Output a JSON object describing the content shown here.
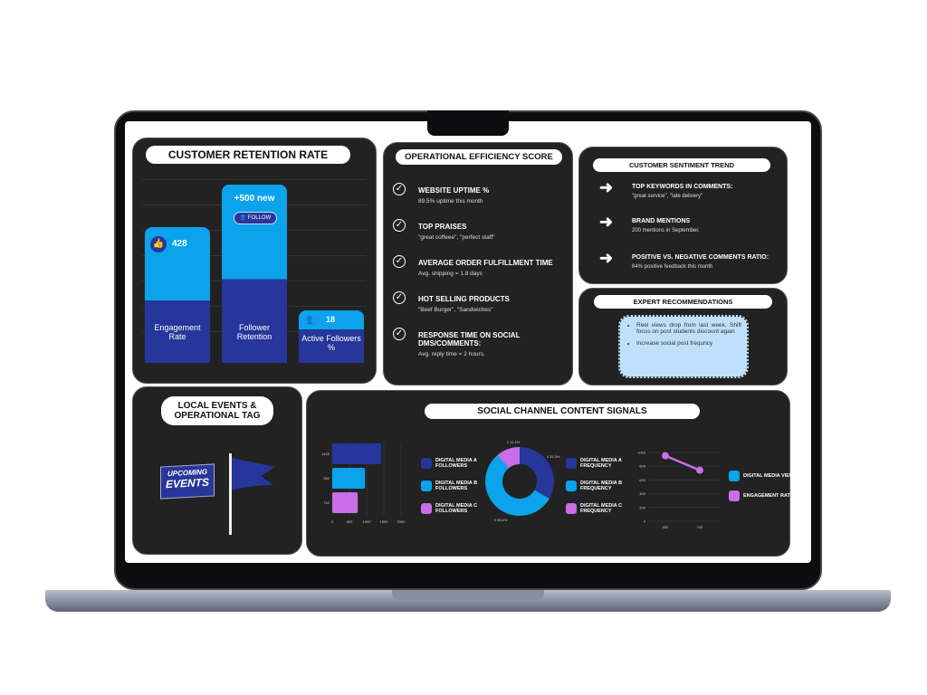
{
  "retention": {
    "title": "CUSTOMER RETENTION RATE",
    "engagement_value": "428",
    "engagement_label": "Engagement Rate",
    "follower_value": "+500 new",
    "follow_button": "FOLLOW",
    "follower_label": "Follower Retention",
    "active_value": "18",
    "active_label": "Active Followers %"
  },
  "operations": {
    "title": "OPERATIONAL EFFICIENCY SCORE",
    "items": [
      {
        "heading": "WEBSITE UPTIME %",
        "detail": "89.5% uptime this month"
      },
      {
        "heading": "TOP PRAISES",
        "detail": "\"great coffeee\", \"perfect staff\""
      },
      {
        "heading": "AVERAGE ORDER FULFILLMENT TIME",
        "detail": "Avg. shipping = 1.8 days"
      },
      {
        "heading": "HOT SELLING PRODUCTS",
        "detail": "\"Beef Burger\", \"Sandwiches\""
      },
      {
        "heading": "RESPONSE TIME ON SOCIAL DMS/COMMENTS:",
        "detail": "Avg. reply time = 2 hours."
      }
    ]
  },
  "sentiment": {
    "title": "CUSTOMER SENTIMENT TREND",
    "items": [
      {
        "heading": "TOP KEYWORDS IN COMMENTS:",
        "detail": "\"great service\", \"late delivery\""
      },
      {
        "heading": "BRAND MENTIONS",
        "detail": "200 mentions in September."
      },
      {
        "heading": "POSITIVE VS. NEGATIVE COMMENTS RATIO:",
        "detail": "84% positive feedback this month"
      }
    ]
  },
  "expert": {
    "title": "EXPERT RECOMMENDATIONS",
    "items": [
      "Reel views drop from last week, Shift focus on post students discount again",
      "Increase social post frequncy"
    ]
  },
  "events": {
    "title": "LOCAL EVENTS & OPERATIONAL TAG",
    "badge_line1": "UPCOMING",
    "badge_line2": "EVENTS"
  },
  "social": {
    "title": "SOCIAL CHANNEL CONTENT SIGNALS"
  },
  "colors": {
    "navy": "#26369a",
    "blue": "#0aa3ec",
    "purple": "#c86ee6"
  },
  "chart_data": [
    {
      "type": "bar",
      "orientation": "horizontal",
      "categories": [
        "1420",
        "952",
        "742"
      ],
      "values": [
        1420,
        952,
        742
      ],
      "xlim": [
        0,
        2000
      ],
      "xticks": [
        "0",
        "500",
        "1000",
        "1500",
        "2000"
      ],
      "legend": [
        "DIGITAL MEDIA A FOLLOWERS",
        "DIGITAL MEDIA B FOLLOWERS",
        "DIGITAL MEDIA C FOLLOWERS"
      ]
    },
    {
      "type": "pie",
      "values": [
        3,
        5,
        1
      ],
      "labels": [
        "3 33.3%",
        "5 55.6%",
        "1 11.1%"
      ],
      "legend": [
        "DIGITAL MEDIA A FREQUENCY",
        "DIGITAL MEDIA B FREQUENCY",
        "DIGITAL MEDIA C FREQUENCY"
      ]
    },
    {
      "type": "line",
      "x": [
        "952",
        "742"
      ],
      "values": [
        952,
        742
      ],
      "ylim": [
        0,
        1000
      ],
      "yticks": [
        "0",
        "200",
        "400",
        "600",
        "800",
        "1000"
      ],
      "legend": [
        "DIGITAL MEDIA VIEWS",
        "ENGAGEMENT RATE"
      ]
    }
  ]
}
